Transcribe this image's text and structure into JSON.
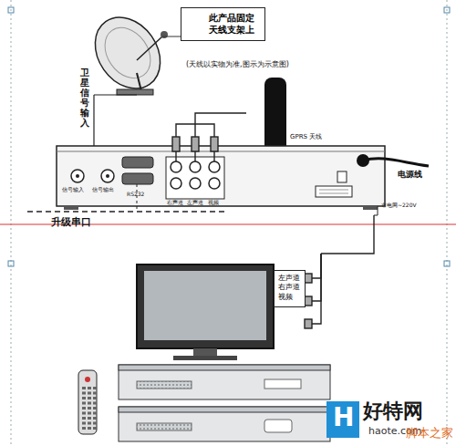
{
  "diagram": {
    "nodes": [
      {
        "text": [
          "此产品固定 天线支架上"
        ]
      },
      {
        "text": [
          "左声道",
          "右声道",
          "视频"
        ]
      }
    ],
    "labels": [
      "(天线以实物为准,图示为示意图)",
      "卫星信号输入",
      "信号输入",
      "信号输出",
      "RS232",
      "右声道",
      "左声道",
      "视频",
      "GPRS 天线",
      "电源线",
      "市电网~220V",
      "升级串口",
      "H",
      "好特网",
      "haote.com",
      "脚本之家"
    ]
  }
}
